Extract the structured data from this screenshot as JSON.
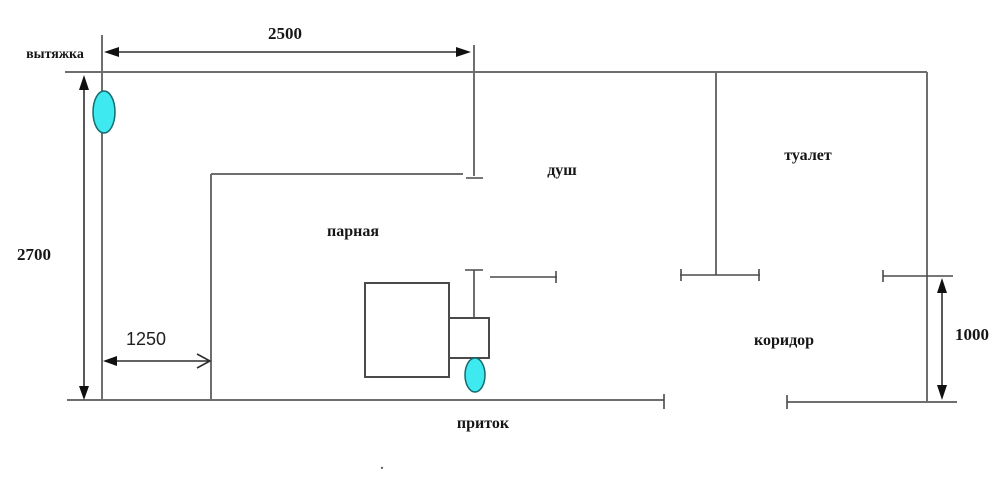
{
  "plan": {
    "type": "bathhouse-floor-plan",
    "rooms": {
      "parnaya": "парная",
      "dush": "душ",
      "tualet": "туалет",
      "koridor": "коридор"
    },
    "vents": {
      "exhaust_label": "вытяжка",
      "supply_label": "приток",
      "fill_color": "#3fe9f0",
      "stroke_color": "#156b70"
    },
    "dimensions": {
      "top_width": "2500",
      "left_height": "2700",
      "parnaya_offset": "1250",
      "right_opening": "1000"
    },
    "colors": {
      "wall": "#6e6e6e",
      "dimension": "#2e2e2e",
      "background": "#ffffff"
    },
    "misc": {
      "stray_dot": "."
    }
  }
}
